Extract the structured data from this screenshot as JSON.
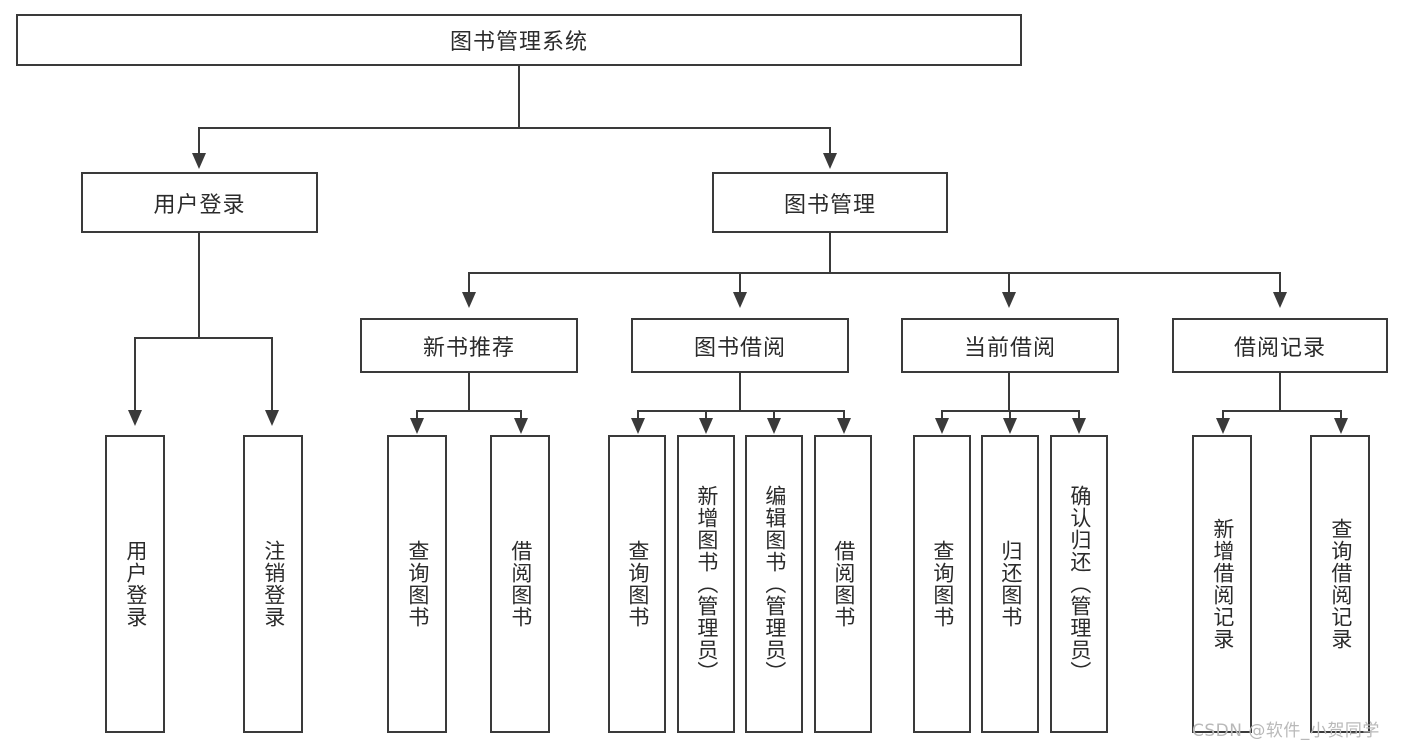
{
  "diagram": {
    "title_box": {
      "label": "图书管理系统"
    },
    "level2": [
      {
        "label": "用户登录"
      },
      {
        "label": "图书管理"
      }
    ],
    "level3": [
      {
        "label": "新书推荐"
      },
      {
        "label": "图书借阅"
      },
      {
        "label": "当前借阅"
      },
      {
        "label": "借阅记录"
      }
    ],
    "leaves": {
      "user_login": [
        {
          "label": "用户登录"
        },
        {
          "label": "注销登录"
        }
      ],
      "new_book_recommend": [
        {
          "label": "查询图书"
        },
        {
          "label": "借阅图书"
        }
      ],
      "book_borrow": [
        {
          "label": "查询图书"
        },
        {
          "label": "新增图书（管理员）"
        },
        {
          "label": "编辑图书（管理员）"
        },
        {
          "label": "借阅图书"
        }
      ],
      "current_borrow": [
        {
          "label": "查询图书"
        },
        {
          "label": "归还图书"
        },
        {
          "label": "确认归还（管理员）"
        }
      ],
      "borrow_record": [
        {
          "label": "新增借阅记录"
        },
        {
          "label": "查询借阅记录"
        }
      ]
    },
    "watermark": {
      "text": "CSDN @软件_小贺同学"
    },
    "colors": {
      "stroke": "#3a3a3a",
      "text": "#2b2b2b",
      "background": "#ffffff",
      "watermark": "#b9b9b9"
    }
  }
}
